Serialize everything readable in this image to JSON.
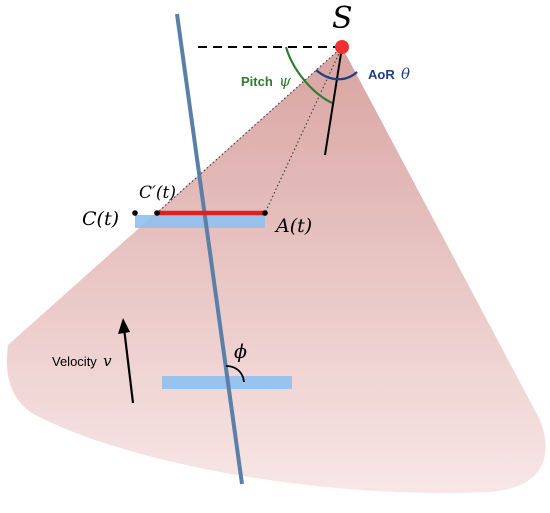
{
  "labels": {
    "source": "S",
    "pitch_word": "Pitch",
    "pitch_symbol": "ψ",
    "aor_word": "AoR",
    "aor_symbol": "θ",
    "c_prime": "C′(t)",
    "c": "C(t)",
    "a": "A(t)",
    "phi": "ϕ",
    "velocity_word": "Velocity",
    "velocity_symbol": "v"
  },
  "colors": {
    "cone_top": "#d49a97",
    "cone_bottom": "#f7e4e3",
    "fiber_line": "#5b80a8",
    "segment_fill": "#8fc0ee",
    "detected_segment": "#e02020",
    "source_point": "#f03030",
    "pitch_color": "#2e7d2e",
    "aor_color": "#1f3f7f",
    "text": "#000000"
  }
}
